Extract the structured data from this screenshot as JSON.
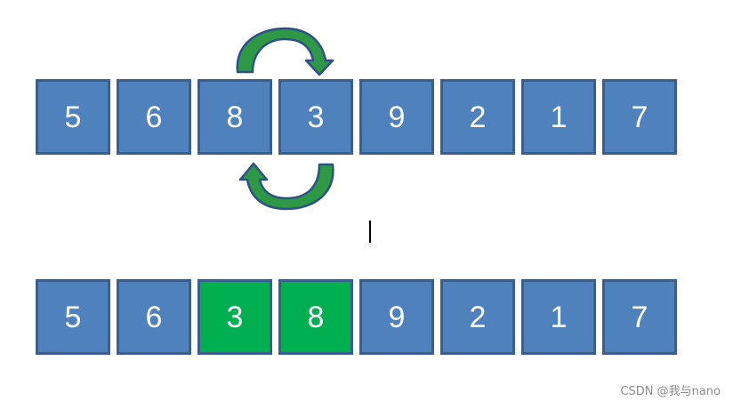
{
  "before": {
    "cells": [
      "5",
      "6",
      "8",
      "3",
      "9",
      "2",
      "1",
      "7"
    ]
  },
  "after": {
    "cells": [
      "5",
      "6",
      "3",
      "8",
      "9",
      "2",
      "1",
      "7"
    ],
    "highlight_color": "#00b050"
  },
  "colors": {
    "cell_fill": "#4f81bd",
    "cell_border": "#3a5f8d",
    "arrow_fill": "#2e9944",
    "arrow_outline": "#2f4f8a"
  },
  "watermark": "CSDN @我与nano"
}
